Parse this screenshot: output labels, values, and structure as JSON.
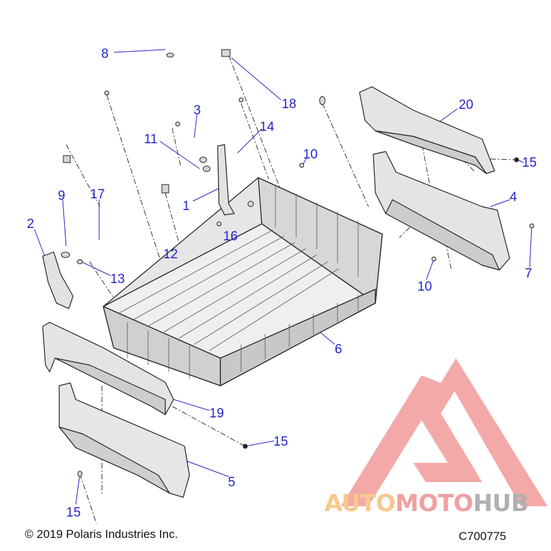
{
  "diagram": {
    "callouts": [
      "8",
      "18",
      "3",
      "11",
      "14",
      "20",
      "10",
      "15",
      "9",
      "17",
      "1",
      "4",
      "2",
      "16",
      "12",
      "13",
      "7",
      "10",
      "6",
      "19",
      "15",
      "5",
      "15"
    ]
  },
  "footer": {
    "copyright": "© 2019 Polaris Industries Inc.",
    "figure_code": "C700775"
  },
  "watermark": {
    "text_auto": "AUTO",
    "text_moto": "MOTO",
    "text_hub": "HUB",
    "colors": {
      "auto": "#f6c98e",
      "moto": "#f0a0a0",
      "hub": "#b0b0b0",
      "triangle": "#f08a8a"
    }
  },
  "colors": {
    "callout": "#2323c8",
    "line_art": "#222222",
    "part_fill": "#e8e8e8"
  }
}
